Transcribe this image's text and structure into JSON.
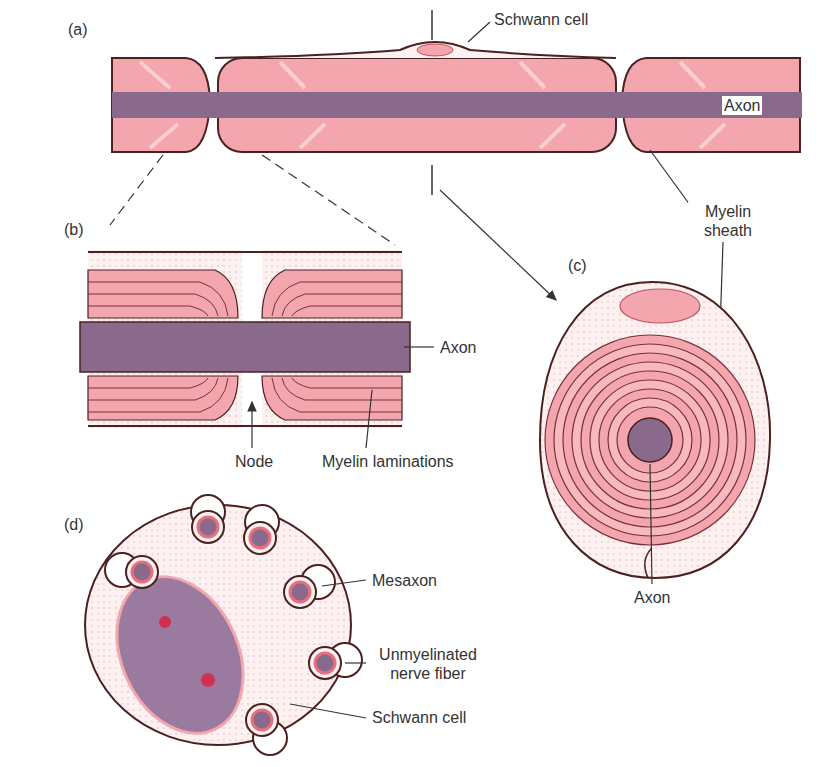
{
  "diagram": {
    "labels": [
      "(a)",
      "Schwann cell",
      "Axon",
      "Myelin sheath",
      "(b)",
      "Axon",
      "(c)",
      "Node",
      "Myelin laminations",
      "Axon",
      "(d)",
      "Mesaxon",
      "Unmyelinated nerve fiber",
      "Schwann cell"
    ]
  }
}
